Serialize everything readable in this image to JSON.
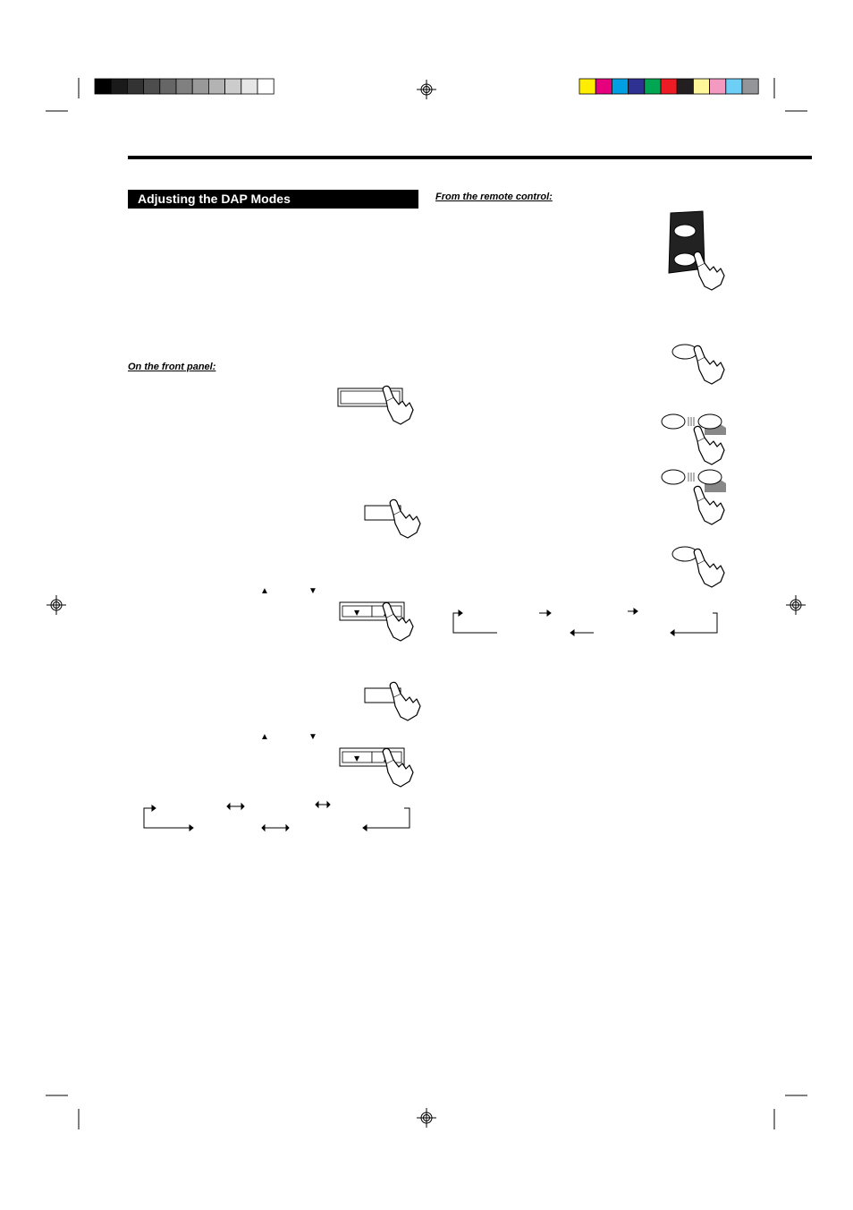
{
  "section": {
    "title": "Adjusting the DAP Modes"
  },
  "labels": {
    "front_panel": "On the front panel:",
    "remote": "From the remote control:"
  },
  "glyphs": {
    "up": "▲",
    "down": "▼"
  },
  "colors": {
    "grayscale": [
      "#000000",
      "#1a1a1a",
      "#333333",
      "#4d4d4d",
      "#666666",
      "#808080",
      "#999999",
      "#b3b3b3",
      "#cccccc",
      "#e6e6e6",
      "#ffffff"
    ],
    "color_bar": [
      "#ffed00",
      "#e6007e",
      "#009fe3",
      "#2e3192",
      "#00a651",
      "#ed1c24",
      "#231f20",
      "#fff799",
      "#f49ac1",
      "#6dcff6",
      "#939598"
    ]
  },
  "icons": {
    "registration": "crosshair-target-icon",
    "hand": "pointing-hand-icon",
    "remote": "remote-control-icon"
  }
}
